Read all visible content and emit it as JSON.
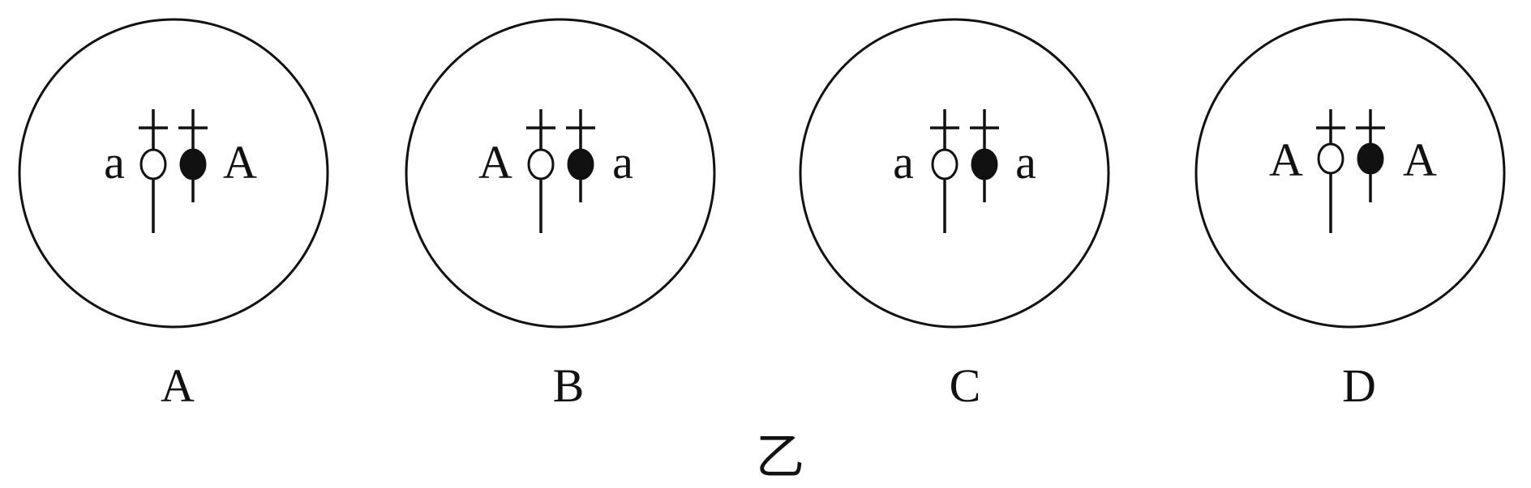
{
  "figure": {
    "caption": "乙",
    "colors": {
      "stroke": "#111111",
      "background": "#ffffff"
    },
    "cells": [
      {
        "option": "A",
        "left_allele": "a",
        "right_allele": "A",
        "left_centromere": "open",
        "right_centromere": "filled"
      },
      {
        "option": "B",
        "left_allele": "A",
        "right_allele": "a",
        "left_centromere": "open",
        "right_centromere": "filled"
      },
      {
        "option": "C",
        "left_allele": "a",
        "right_allele": "a",
        "left_centromere": "open",
        "right_centromere": "filled"
      },
      {
        "option": "D",
        "left_allele": "A",
        "right_allele": "A",
        "left_centromere": "open",
        "right_centromere": "filled"
      }
    ]
  }
}
